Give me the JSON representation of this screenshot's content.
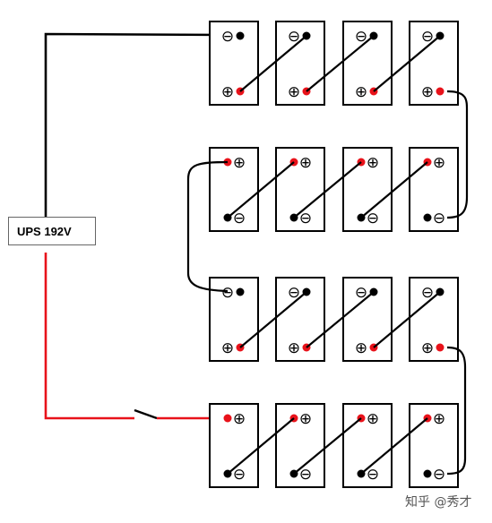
{
  "ups": {
    "label": "UPS 192V"
  },
  "watermark": {
    "text": "知乎 @秀才"
  },
  "terminal_symbols": {
    "negative": "⊖",
    "positive": "⊕"
  },
  "colors": {
    "negative_lead": "#000000",
    "positive_lead": "#e8121a",
    "positive_terminal": "#e8121a",
    "negative_terminal": "#000000",
    "battery_outline": "#000000"
  },
  "battery_bank": {
    "rows": 4,
    "batteries_per_row": 4,
    "row_orientation": [
      "negative-top",
      "positive-top",
      "negative-top",
      "positive-top"
    ]
  }
}
